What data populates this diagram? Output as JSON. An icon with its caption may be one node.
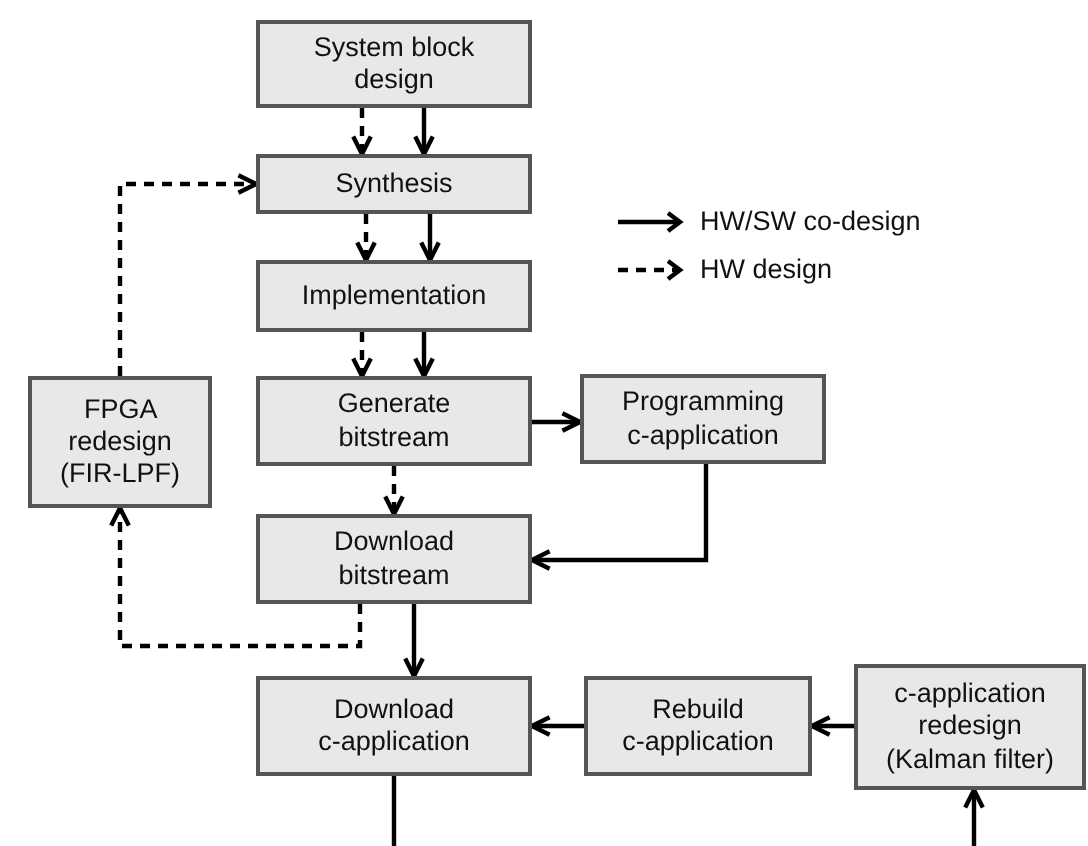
{
  "diagram": {
    "nodes": [
      {
        "text": [
          "System block design"
        ]
      },
      {
        "text": [
          "Synthesis"
        ]
      },
      {
        "text": [
          "Implementation"
        ]
      },
      {
        "text": [
          "Generate bitstream"
        ]
      },
      {
        "text": [
          "Programming c-application"
        ]
      },
      {
        "text": [
          "FPGA redesign (FIR-LPF)"
        ]
      },
      {
        "text": [
          "Download bitstream"
        ]
      },
      {
        "text": [
          "Download c-application"
        ]
      },
      {
        "text": [
          "Rebuild c-application"
        ]
      },
      {
        "text": [
          "c-application redesign (Kalman filter)"
        ]
      }
    ],
    "edges": [
      {
        "from": 0,
        "to": 1,
        "arrow": "to",
        "style": "dashed"
      },
      {
        "from": 0,
        "to": 1,
        "arrow": "to"
      },
      {
        "from": 1,
        "to": 2,
        "arrow": "to",
        "style": "dashed"
      },
      {
        "from": 1,
        "to": 2,
        "arrow": "to"
      },
      {
        "from": 2,
        "to": 3,
        "arrow": "to",
        "style": "dashed"
      },
      {
        "from": 2,
        "to": 3,
        "arrow": "to"
      },
      {
        "from": 3,
        "to": 4,
        "arrow": "to"
      },
      {
        "from": 3,
        "to": 6,
        "arrow": "to",
        "style": "dashed"
      },
      {
        "from": 4,
        "to": 6,
        "arrow": "to"
      },
      {
        "from": 6,
        "to": 5,
        "arrow": "to",
        "style": "dashed"
      },
      {
        "from": 5,
        "to": 1,
        "arrow": "to",
        "style": "dashed"
      },
      {
        "from": 6,
        "to": 7,
        "arrow": "to"
      },
      {
        "from": 8,
        "to": 7,
        "arrow": "to"
      },
      {
        "from": 9,
        "to": 8,
        "arrow": "to"
      },
      {
        "from": 7,
        "to": null,
        "arrow": "none"
      },
      {
        "from": null,
        "to": 9,
        "arrow": "to"
      }
    ],
    "legend": [
      {
        "text": "HW/SW co-design"
      },
      {
        "text": "HW design"
      }
    ]
  }
}
